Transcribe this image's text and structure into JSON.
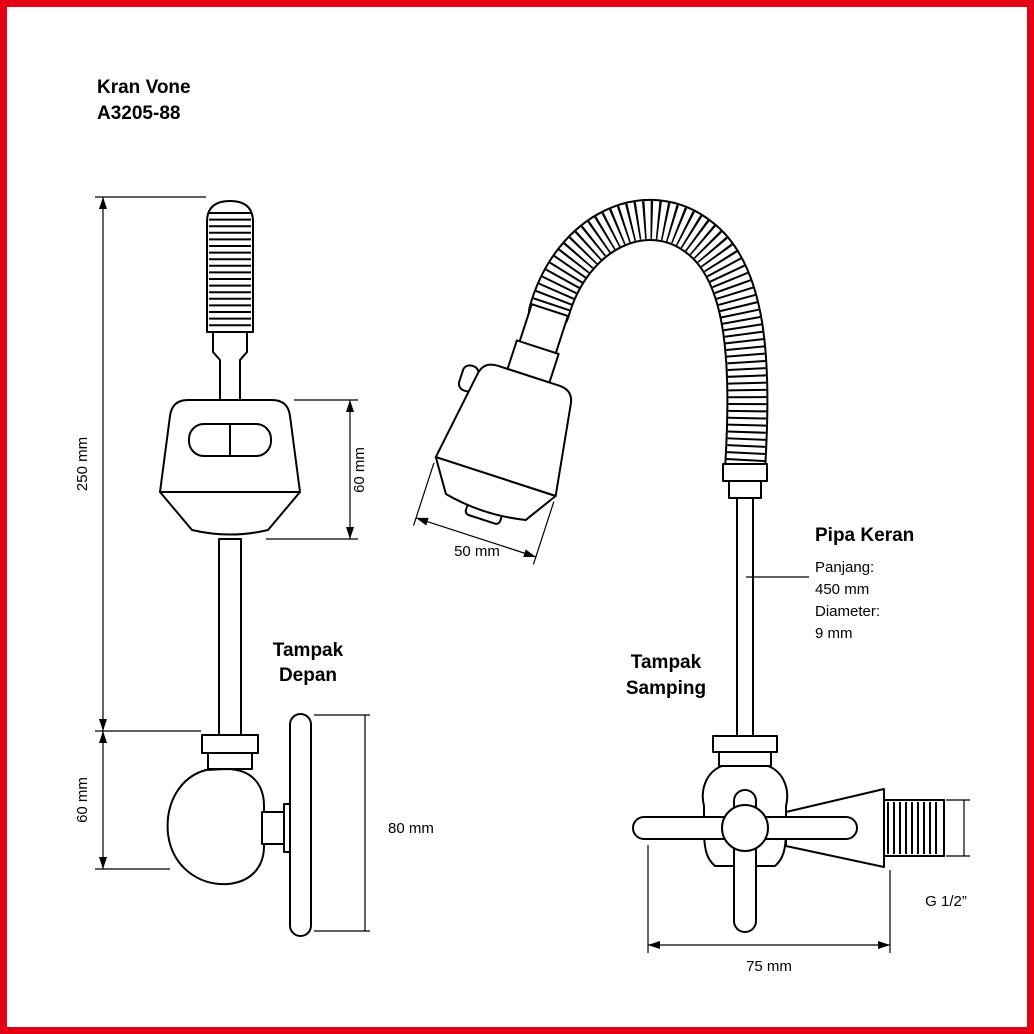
{
  "frame": {
    "border_color": "#e60013"
  },
  "title": {
    "product": "Kran Vone",
    "model": "A3205-88"
  },
  "front_view": {
    "label_line1": "Tampak",
    "label_line2": "Depan",
    "dims": {
      "total_height": "250 mm",
      "inlet_height": "60 mm",
      "head_height": "60 mm",
      "handle_length": "80 mm"
    }
  },
  "side_view": {
    "label_line1": "Tampak",
    "label_line2": "Samping",
    "dims": {
      "head_width": "50 mm",
      "base_width": "75 mm",
      "thread_size": "G 1/2”"
    },
    "pipe_note": {
      "title": "Pipa Keran",
      "length_label": "Panjang:",
      "length_value": "450 mm",
      "diameter_label": "Diameter:",
      "diameter_value": "9 mm"
    }
  }
}
